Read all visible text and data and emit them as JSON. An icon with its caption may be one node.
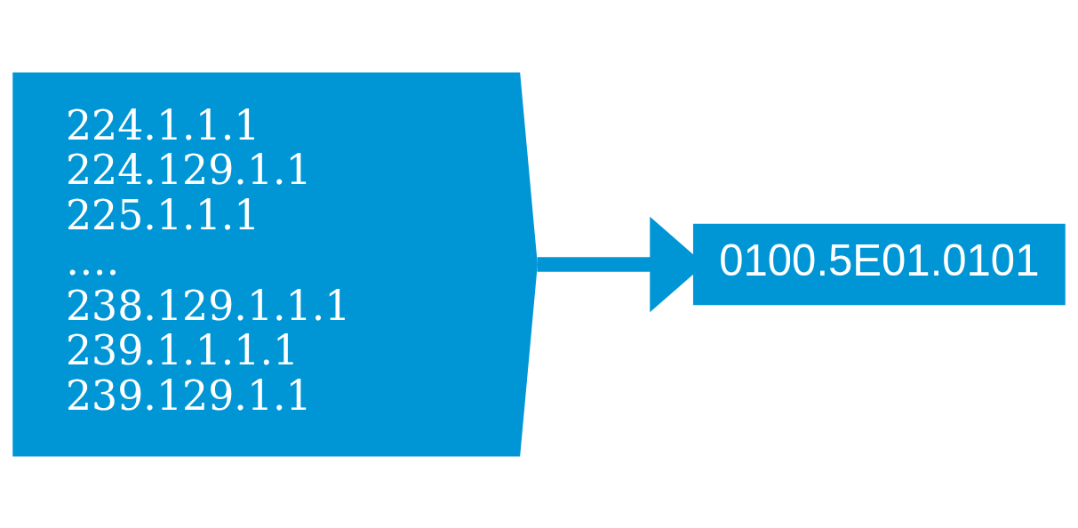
{
  "diagram": {
    "nodes": [
      {
        "text": [
          "224.1.1.1",
          "224.129.1.1",
          "225.1.1.1",
          "….",
          "238.129.1.1.1",
          "239.1.1.1.1",
          "239.129.1.1"
        ]
      },
      {
        "text": [
          "0100.5E01.0101"
        ]
      }
    ],
    "edges": [
      {
        "from": 0,
        "to": 1,
        "arrow": "to"
      }
    ]
  }
}
